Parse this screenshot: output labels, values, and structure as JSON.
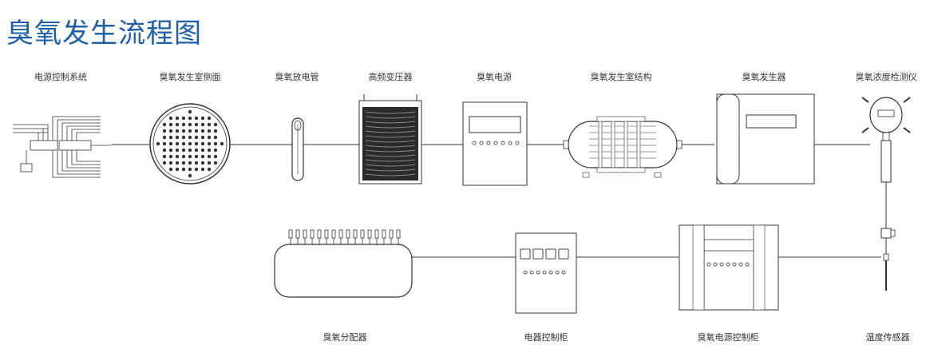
{
  "title": "臭氧发生流程图",
  "components": {
    "power_control_system": "电源控制系统",
    "chamber_side": "臭氧发生室侧面",
    "discharge_tube": "臭氧放电管",
    "hf_transformer": "高频变压器",
    "ozone_power": "臭氧电源",
    "chamber_structure": "臭氧发生室结构",
    "generator": "臭氧发生器",
    "concentration_detector": "臭氧浓度检测仪",
    "distributor": "臭氧分配器",
    "electrical_cabinet": "电器控制柜",
    "power_control_cabinet": "臭氧电源控制柜",
    "temperature_sensor": "温度传感器"
  },
  "colors": {
    "title": "#1f5fa8",
    "line": "#333333",
    "panel_dark": "#2a2a2a"
  }
}
